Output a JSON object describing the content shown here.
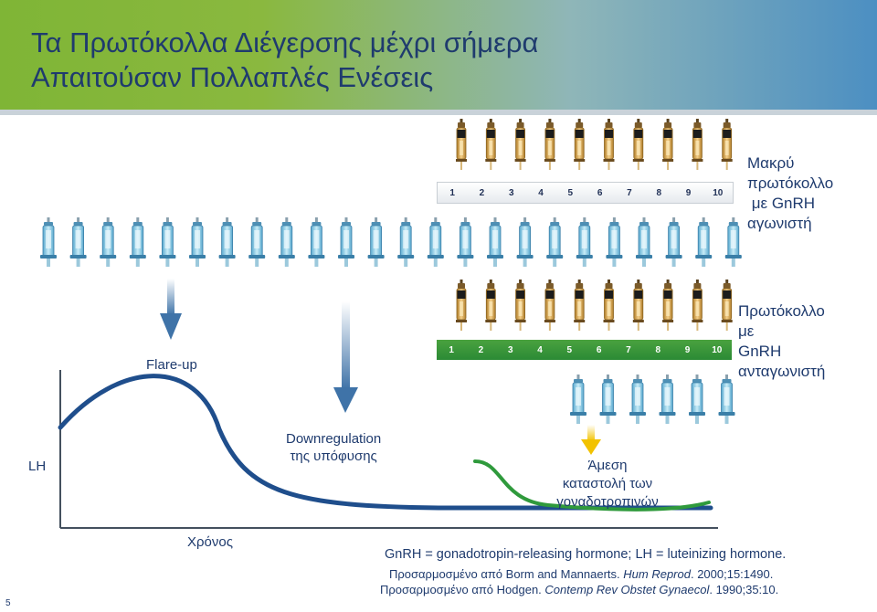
{
  "header": {
    "title_line1": "Τα Πρωτόκολλα Διέγερσης μέχρι σήμερα",
    "title_line2": "Απαιτούσαν  Πολλαπλές Ενέσεις"
  },
  "numbers": [
    "1",
    "2",
    "3",
    "4",
    "5",
    "6",
    "7",
    "8",
    "9",
    "10"
  ],
  "protocols": {
    "long": {
      "line1": "Μακρύ",
      "line2": "πρωτόκολλο",
      "line3": " με GnRH",
      "line4": "αγωνιστή"
    },
    "antagonist": {
      "line1": "Πρωτόκολλο",
      "line2": "με",
      "line3": "GnRH",
      "line4": "ανταγωνιστή"
    }
  },
  "labels": {
    "flare_up": "Flare-up",
    "downregulation_line1": "Downregulation",
    "downregulation_line2": "της υπόφυσης",
    "lh": "LH",
    "immediate_line1": "Άμεση",
    "immediate_line2": "καταστολή των",
    "immediate_line3": "γοναδοτροπινών",
    "time": "Χρόνος"
  },
  "footer": {
    "abbrev": "GnRH = gonadotropin-releasing hormone; LH = luteinizing hormone.",
    "ref1_prefix": "Προσαρμοσμένο από Borm and Mannaerts. ",
    "ref1_journal": "Hum Reprod",
    "ref1_suffix": ". 2000;15:1490.",
    "ref2_prefix": "Προσαρμοσμένο από Hodgen. ",
    "ref2_journal": "Contemp Rev Obstet Gynaecol",
    "ref2_suffix": ". 1990;35:10.",
    "page_number": "5"
  },
  "colors": {
    "title": "#1f3b6e",
    "blue_curve": "#1f4e8c",
    "green_curve": "#2f9a3c",
    "syringe_blue": "#8fd0e8",
    "syringe_gold": "#e8b35a"
  }
}
